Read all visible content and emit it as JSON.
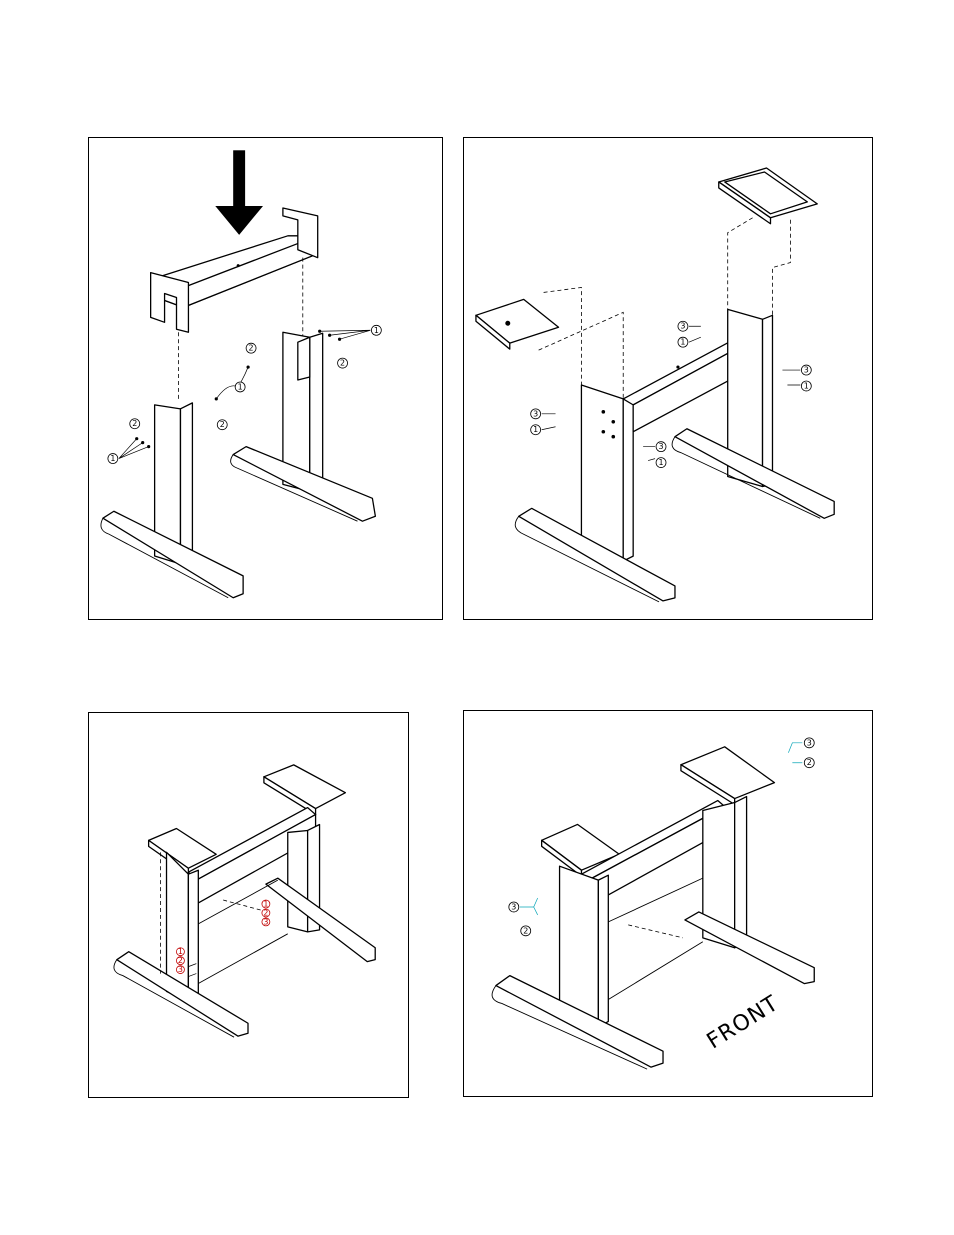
{
  "panels": [
    {
      "id": "step-1",
      "callouts": [
        "1",
        "1",
        "1",
        "2",
        "2",
        "2",
        "2"
      ]
    },
    {
      "id": "step-2",
      "callouts": [
        "3",
        "1",
        "3",
        "1",
        "3",
        "1",
        "3",
        "1"
      ]
    },
    {
      "id": "step-3",
      "callouts": [
        "1",
        "2",
        "3",
        "1",
        "2",
        "3"
      ]
    },
    {
      "id": "step-4",
      "callouts": [
        "3",
        "2",
        "3",
        "2"
      ],
      "label": "FRONT"
    }
  ]
}
